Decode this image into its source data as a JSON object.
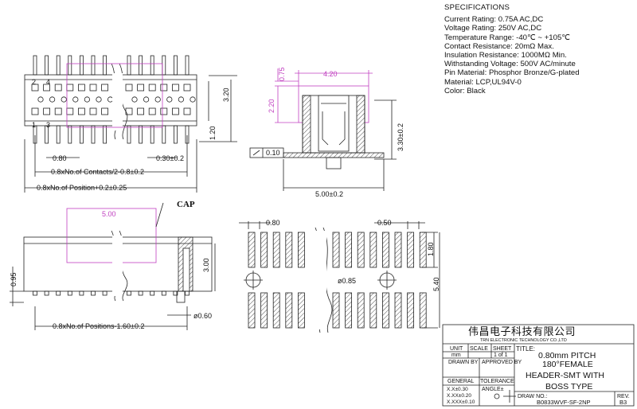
{
  "specifications": {
    "title": "SPECIFICATIONS",
    "rows": [
      "Current Rating: 0.75A AC,DC",
      "Voltage Rating: 250V AC,DC",
      "Temperature Range: -40℃ ~ +105℃",
      "Contact Resistance: 20mΩ Max.",
      "Insulation Resistance: 1000MΩ Min.",
      "Withstanding Voltage: 500V AC/minute",
      "Pin Material: Phosphor Bronze/G-plated",
      "Material: LCP,UL94V-0",
      "Color: Black"
    ]
  },
  "top_view": {
    "pin_labels": [
      "2",
      "4",
      "1",
      "3"
    ],
    "dim_pitch": "0.80",
    "dim_pin": "0.30±0.2",
    "dim_height": "3.20",
    "dim_lead": "1.20",
    "formula_contacts": "0.8xNo.of Contacts/2-0.8±0.2",
    "formula_position": "0.8xNo.of Position+0.2±0.25"
  },
  "side_view": {
    "dim_cap_width": "4.20",
    "dim_cap_top": "0.75",
    "dim_cap_height": "2.20",
    "dim_height": "3.30±0.2",
    "dim_base": "5.00±0.2",
    "flatness": "0.10"
  },
  "front_view": {
    "cap_label": "CAP",
    "dim_cap": "5.00",
    "dim_height": "3.00",
    "dim_standoff": "0.95",
    "dim_boss": "ø0.60",
    "formula": "0.8xNo.of Positions-1.60±0.2"
  },
  "footprint": {
    "dim_pitch": "0.80",
    "dim_pad_width": "0.50",
    "dim_pad_length": "1.80",
    "dim_hole": "ø0.85",
    "dim_span": "5.40"
  },
  "title_block": {
    "company_cn": "伟昌电子科技有限公司",
    "company_en": "TRN ELECTRONIC TECHNOLOGY CO.,LTD",
    "unit_label": "UNIT",
    "unit_value": "mm",
    "scale_label": "SCALE",
    "sheet_label": "SHEET",
    "sheet_value": "1 of 1",
    "title_label": "TITLE:",
    "title_lines": [
      "0.80mm PITCH",
      "180°FEMALE",
      "HEADER-SMT WITH",
      "BOSS TYPE"
    ],
    "drawn_label": "DRAWN BY",
    "approved_label": "APPROVED BY",
    "general_label": "GENERAL",
    "tolerance_label": "TOLERANCE",
    "tol_1": "X.X±0.30",
    "tol_2": "X.XX±0.20",
    "tol_3": "X.XXX±0.10",
    "angle_label": "ANGLE±",
    "draw_no_label": "DRAW NO.:",
    "draw_no": "B0833WVF-SF-2NP",
    "rev_label": "REV.",
    "rev_value": "B3"
  }
}
